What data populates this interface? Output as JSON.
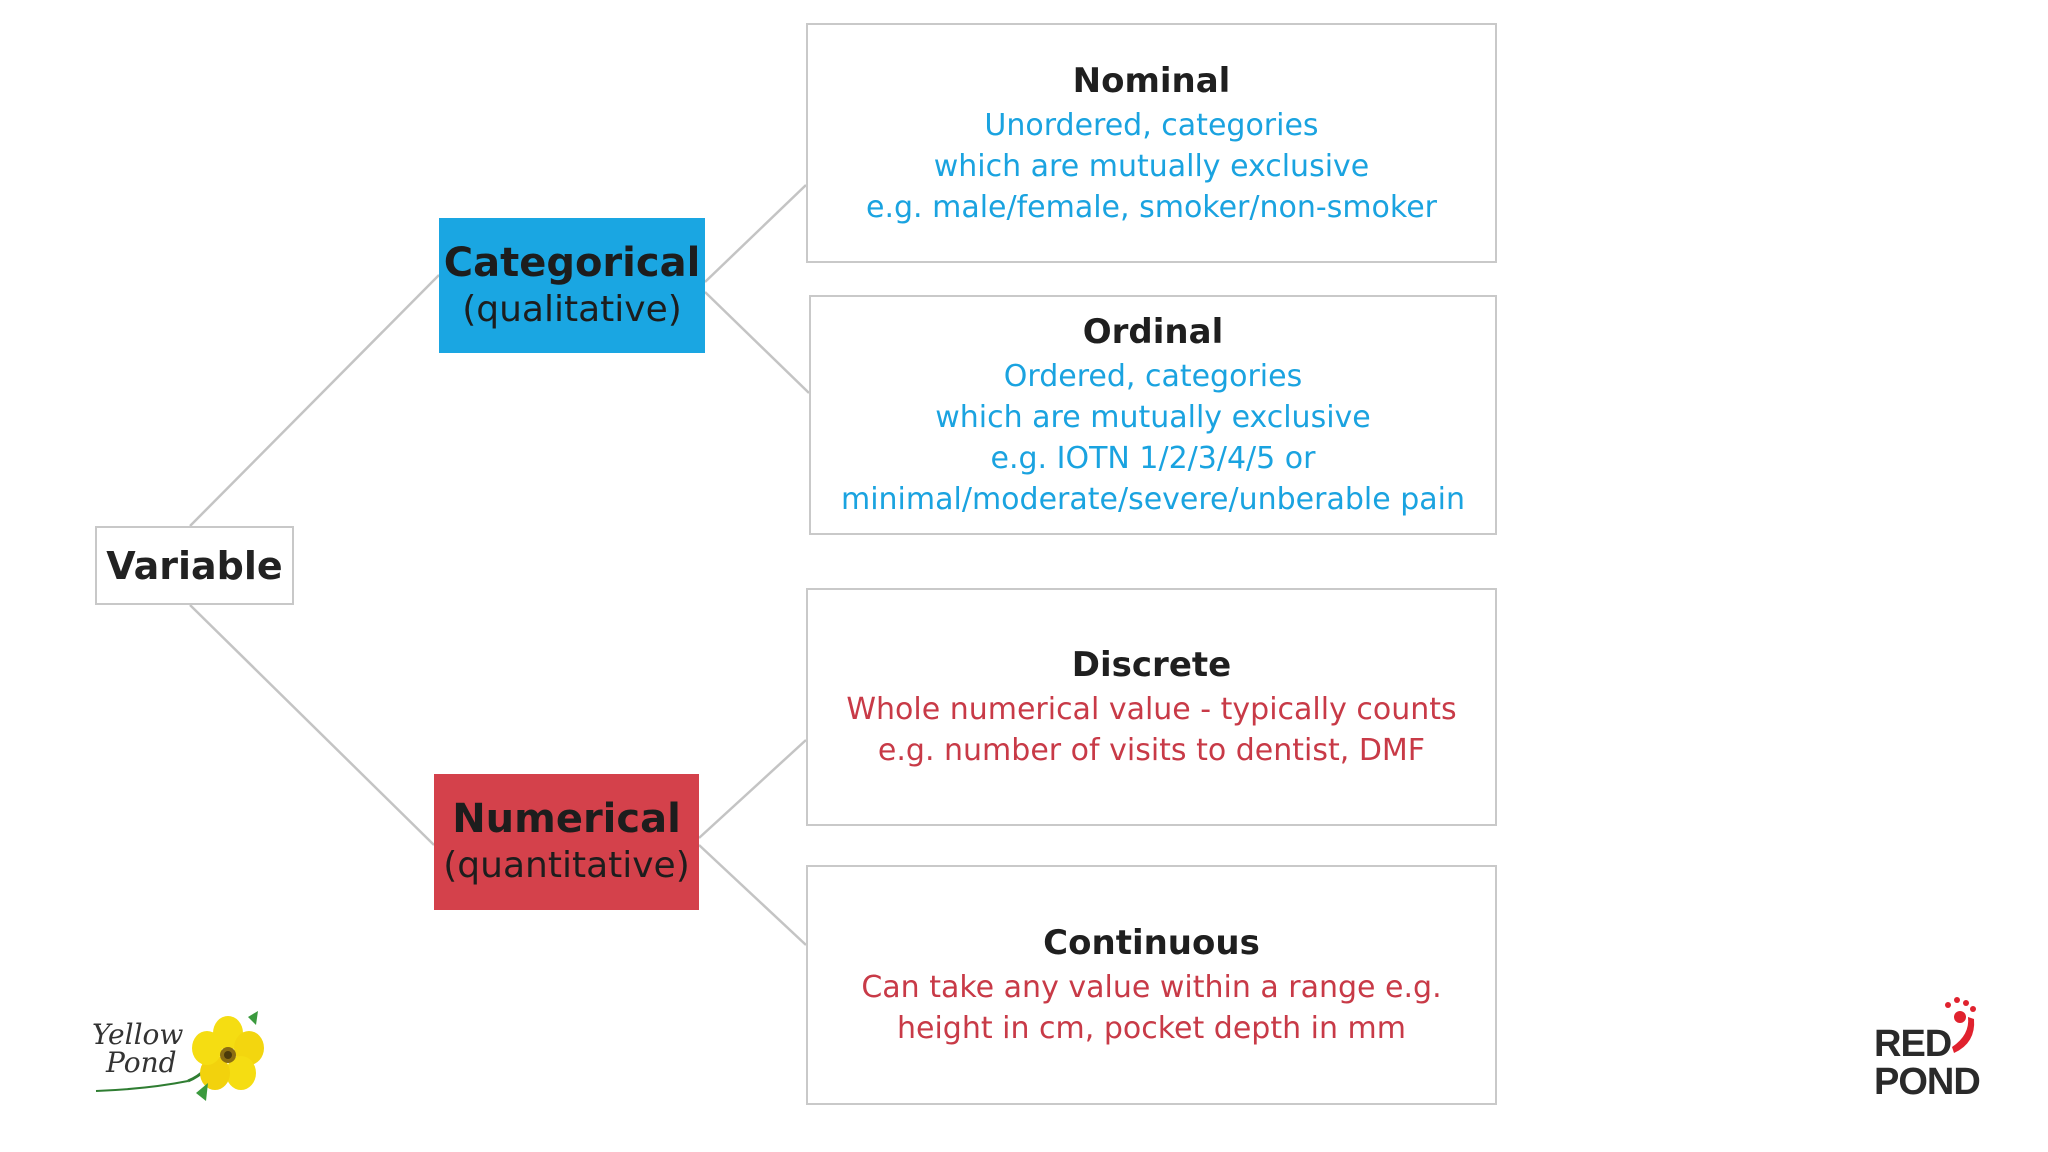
{
  "root": {
    "label": "Variable"
  },
  "categorical": {
    "title": "Categorical",
    "subtitle": "(qualitative)",
    "color": "#1aa6e2",
    "children": {
      "nominal": {
        "title": "Nominal",
        "lines": [
          "Unordered, categories",
          "which are mutually exclusive",
          "e.g. male/female, smoker/non-smoker"
        ]
      },
      "ordinal": {
        "title": "Ordinal",
        "lines": [
          "Ordered, categories",
          "which are mutually exclusive",
          "e.g. IOTN 1/2/3/4/5 or",
          "minimal/moderate/severe/unberable pain"
        ]
      }
    }
  },
  "numerical": {
    "title": "Numerical",
    "subtitle": "(quantitative)",
    "color": "#d4414b",
    "children": {
      "discrete": {
        "title": "Discrete",
        "lines": [
          "Whole numerical value - typically counts",
          "e.g. number of visits to dentist, DMF"
        ]
      },
      "continuous": {
        "title": "Continuous",
        "lines": [
          "Can take any value within a range e.g.",
          "height in cm, pocket depth in mm"
        ]
      }
    }
  },
  "logos": {
    "left": {
      "line1": "Yellow",
      "line2": "Pond"
    },
    "right": {
      "line1": "RED",
      "line2": "POND"
    }
  }
}
